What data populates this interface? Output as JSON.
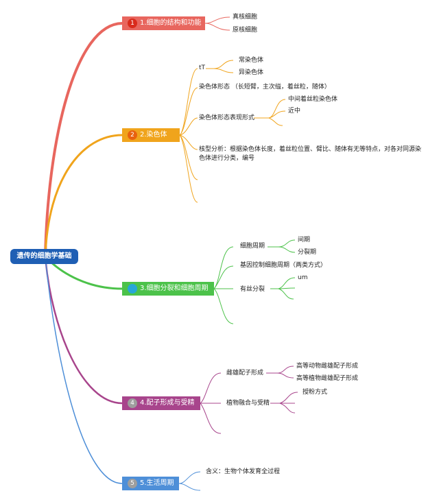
{
  "root": {
    "label": "遗传的细胞学基础",
    "color": "#1f5fb4"
  },
  "topics": [
    {
      "num": "1",
      "label": "1.细胞的结构和功能",
      "color": "#e8665e",
      "badge": "#d92b1c"
    },
    {
      "num": "2",
      "label": "2.染色体",
      "color": "#f0a41c",
      "badge": "#e8620e"
    },
    {
      "num": "3",
      "label": "3.细胞分裂和细胞周期",
      "color": "#4cc24a",
      "badge": "#27a7d8"
    },
    {
      "num": "4",
      "label": "4.配子形成与受精",
      "color": "#a8458c",
      "badge": "#9e9e9e"
    },
    {
      "num": "5",
      "label": "5.生活周期",
      "color": "#4e8fd8",
      "badge": "#9e9e9e"
    }
  ],
  "t1": {
    "a": "真核细胞",
    "b": "原核细胞"
  },
  "t2": {
    "tt": "tT",
    "tt_a": "常染色体",
    "tt_b": "异染色体",
    "morph": "染色体形态 （长短臂，主次缢，着丝粒，随体）",
    "forms": "染色体形态表现形式",
    "forms_a": "中间着丝粒染色体",
    "forms_b": "近中",
    "karyo": "核型分析：根据染色体长度，着丝粒位置、臂比、随体有无等特点，对各对同源染色体进行分类，编号"
  },
  "t3": {
    "cycle": "细胞周期",
    "cycle_a": "间期",
    "cycle_b": "分裂期",
    "gene": "基因控制细胞周期（两类方式）",
    "mitosis": "有丝分裂",
    "mitosis_a": "um"
  },
  "t4": {
    "gam": "雌雄配子形成",
    "gam_a": "高等动物雌雄配子形成",
    "gam_b": "高等植物雌雄配子形成",
    "fert": "植物融合与受精",
    "fert_a": "授粉方式"
  },
  "t5": {
    "meaning": "含义：生物个体发育全过程"
  }
}
